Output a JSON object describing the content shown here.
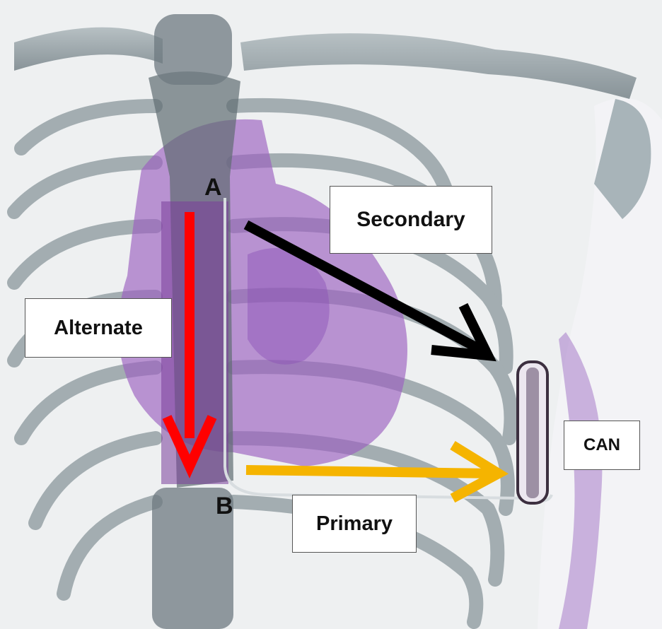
{
  "labels": {
    "secondary": "Secondary",
    "alternate": "Alternate",
    "primary": "Primary",
    "can": "CAN",
    "point_a": "A",
    "point_b": "B"
  },
  "colors": {
    "secondary_arrow": "#000000",
    "alternate_arrow": "#ff0000",
    "primary_arrow": "#f5b400",
    "heart": "#9b5fc0",
    "bone": "#7d8a90"
  }
}
